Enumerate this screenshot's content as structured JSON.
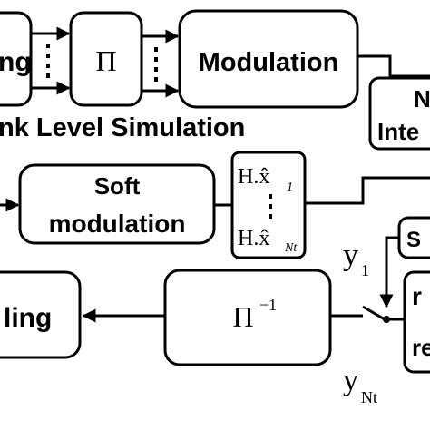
{
  "blocks": {
    "coding_top": "ng",
    "interleaver": "Π",
    "modulation": "Modulation",
    "channel_top": "N",
    "channel_bottom": "Inte",
    "soft_mod_line1": "Soft",
    "soft_mod_line2": "modulation",
    "deinterleaver": "Π",
    "deinterleaver_sup": "−1",
    "decoding": "ling",
    "switch_box": "S",
    "receiver_box": "re"
  },
  "labels": {
    "section_title": "nk Level Simulation",
    "hx_first": "H.x̂",
    "hx_first_sub": "1",
    "hx_last": "H.x̂",
    "hx_last_sub": "Nt",
    "y_first": "y",
    "y_first_sub": "1",
    "y_last": "y",
    "y_last_sub": "Nt"
  },
  "colors": {
    "stroke": "#000000",
    "fill": "#ffffff"
  }
}
